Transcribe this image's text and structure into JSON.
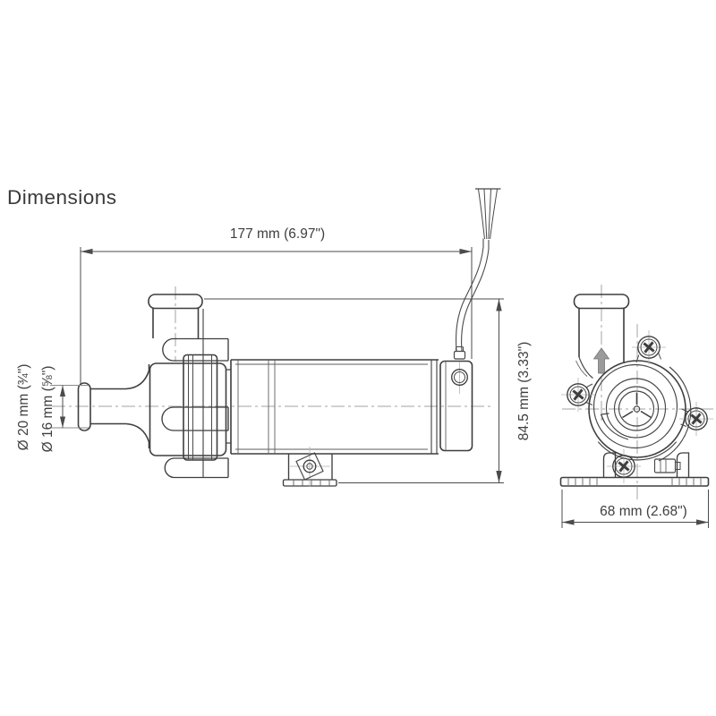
{
  "page": {
    "title": "Dimensions",
    "background": "#ffffff"
  },
  "labels": {
    "length": "177 mm (6.97\")",
    "height": "84.5 mm (3.33\")",
    "width": "68 mm (2.68\")",
    "port_outer_diameter": "Ø 20 mm (¾\")",
    "port_inner_diameter": "Ø 16 mm (⅝\")"
  },
  "icons": {
    "flow_direction": "arrow-up",
    "rotation_direction": "curved-arrow-counterclockwise",
    "fasteners": "phillips-screw-icon"
  },
  "colors": {
    "background": "#ffffff",
    "line": "#3e3e3e",
    "dimension": "#4b4b4b",
    "centerline": "#a3a3a3",
    "flow_arrow_fill": "#9b9b9b"
  }
}
